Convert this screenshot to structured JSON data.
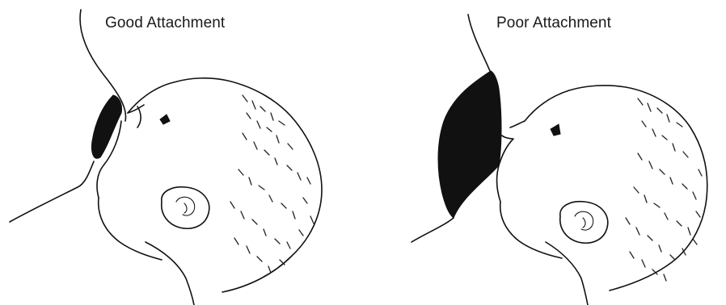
{
  "figure": {
    "panels": [
      {
        "id": "good",
        "caption": "Good Attachment"
      },
      {
        "id": "poor",
        "caption": "Poor Attachment"
      }
    ],
    "colors": {
      "background": "#ffffff",
      "ink": "#111111"
    }
  }
}
